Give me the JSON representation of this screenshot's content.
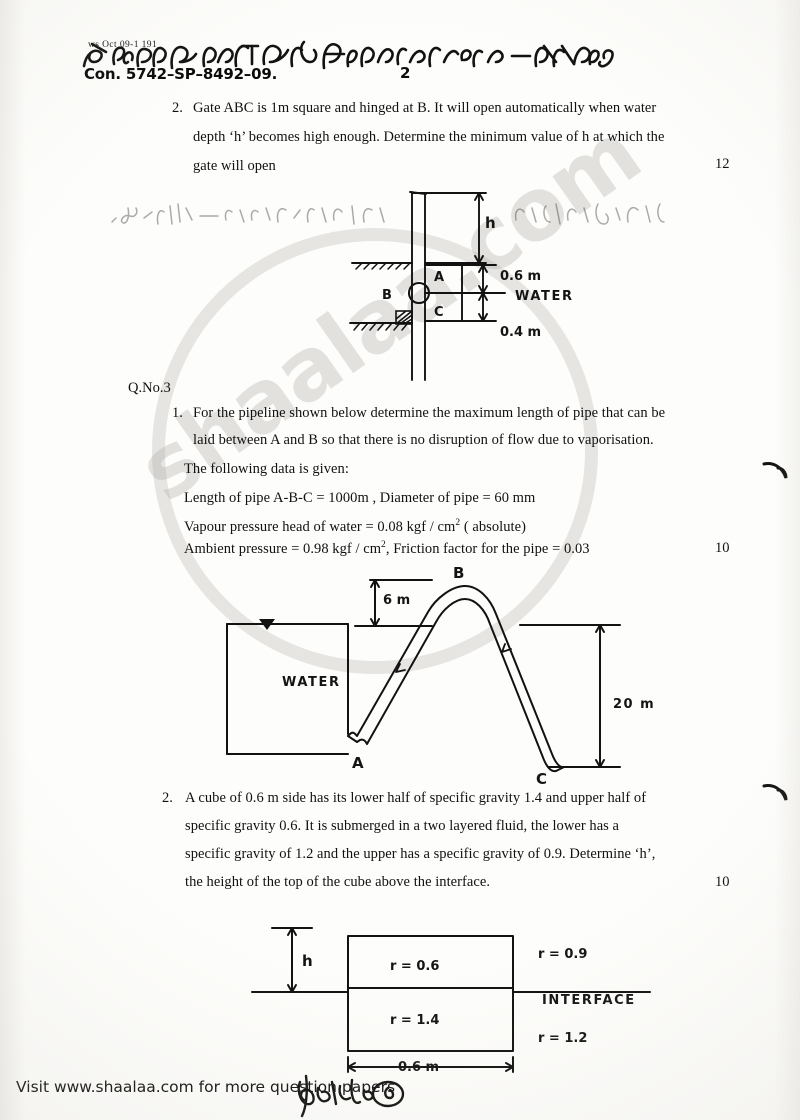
{
  "document": {
    "type": "scanned-exam-question-paper",
    "page_number": "2",
    "header_note": "ws Oct  09-1   191",
    "exam_code": "Con. 5742–SP–8492–09.",
    "handwritten_header": "T.E.(M) Sem II Rev  Fluid Mechanics – 16/12/09",
    "footer": "Visit www.shaalaa.com for more question papers",
    "watermark": "shaalaa.com"
  },
  "questions": [
    {
      "number": "2.",
      "marks": "12",
      "lines": [
        "Gate ABC is 1m square and hinged at B. It will open automatically when water",
        "depth ‘h’ becomes high enough. Determine the minimum value of h at which the",
        "gate will open"
      ]
    }
  ],
  "section": {
    "heading": "Q.No.3",
    "items": [
      {
        "number": "1.",
        "marks": "10",
        "lines": [
          "For the pipeline shown below determine the maximum length of pipe that can be",
          "laid between A and B so that there is no disruption of flow due to vaporisation.",
          "The following data is given:"
        ],
        "data_lines": [
          "Length of pipe A-B-C  =  1000m ,  Diameter of pipe = 60 mm",
          "Vapour pressure head of water = 0.08 kgf / cm2 ( absolute)",
          "Ambient pressure = 0.98 kgf / cm2,  Friction factor for the pipe = 0.03"
        ]
      },
      {
        "number": "2.",
        "marks": "10",
        "lines": [
          "A cube of 0.6 m side has its lower half of specific gravity 1.4 and upper half of",
          "specific gravity 0.6. It is submerged in a two layered fluid, the lower has a",
          "specific gravity of 1.2 and the upper has a specific gravity of 0.9. Determine ‘h’,",
          "the height of the top of the cube above the interface."
        ]
      }
    ]
  },
  "figures": {
    "gate": {
      "name": "gate-abc-diagram",
      "labels": {
        "h": "h",
        "point_a": "A",
        "point_b": "B",
        "point_c": "C",
        "dim_upper": "0.6 m",
        "dim_lower": "0.4 m",
        "fluid": "WATER"
      }
    },
    "siphon": {
      "name": "siphon-pipeline-diagram",
      "labels": {
        "point_a": "A",
        "point_b": "B",
        "point_c": "C",
        "rise": "6 m",
        "drop": "20 m",
        "fluid": "WATER"
      }
    },
    "cube": {
      "name": "submerged-cube-diagram",
      "labels": {
        "height": "h",
        "upper_half": "r = 0.6",
        "lower_half": "r = 1.4",
        "side": "0.6 m",
        "upper_fluid": "r = 0.9",
        "interface": "INTERFACE",
        "lower_fluid": "r = 1.2"
      }
    }
  },
  "colors": {
    "ink": "#111111",
    "paper": "#fdfdfb",
    "watermark": "#b2b0aa"
  }
}
